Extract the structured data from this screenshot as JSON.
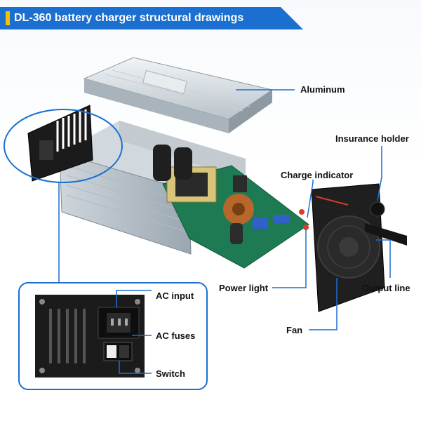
{
  "header": {
    "title": "DL-360 battery charger structural drawings",
    "accent": "#f2c200",
    "bg": "#1a6fd0"
  },
  "callouts": {
    "aluminum": "Aluminum",
    "insurance_holder": "Insurance holder",
    "charge_indicator": "Charge indicator",
    "power_light": "Power light",
    "output_line": "Output line",
    "fan": "Fan",
    "ac_input": "AC input",
    "ac_fuses": "AC fuses",
    "switch": "Switch"
  },
  "colors": {
    "leader": "#1a6fd0",
    "pcb": "#1d7a52",
    "aluminum": "#d6dde3",
    "black_panel": "#1b1b1b"
  }
}
